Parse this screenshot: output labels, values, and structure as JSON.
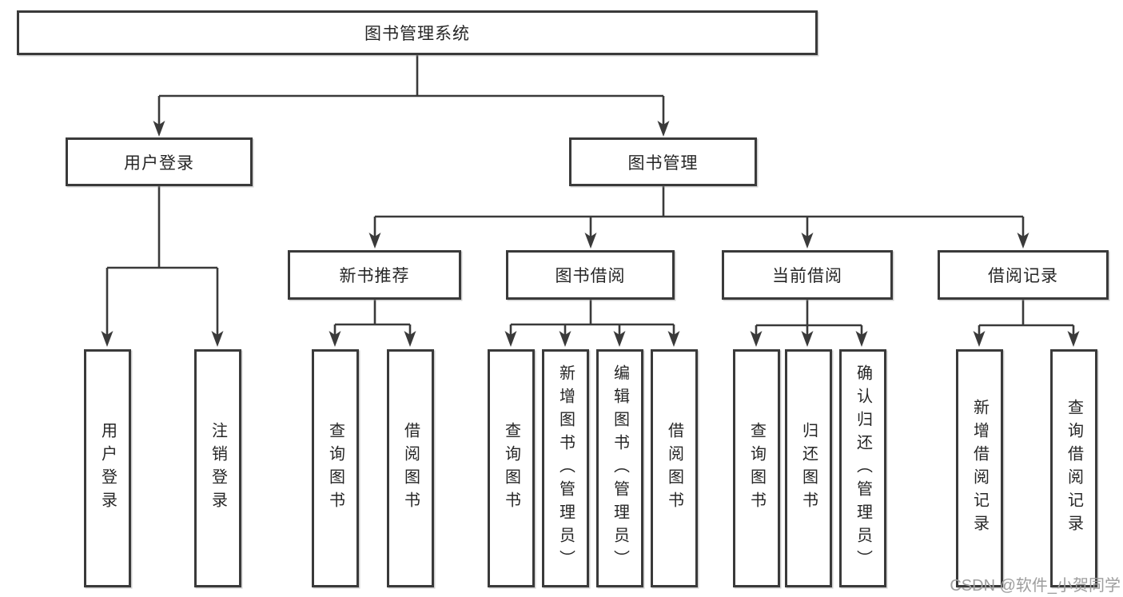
{
  "diagram": {
    "title": "图书管理系统",
    "level1": {
      "login": "用户登录",
      "manage": "图书管理"
    },
    "level2": {
      "newbook": "新书推荐",
      "borrow": "图书借阅",
      "current": "当前借阅",
      "records": "借阅记录"
    },
    "leaves": {
      "login": [
        "用户登录",
        "注销登录"
      ],
      "newbook": [
        "查询图书",
        "借阅图书"
      ],
      "borrow": [
        "查询图书",
        "新增图书（管理员）",
        "编辑图书（管理员）",
        "借阅图书"
      ],
      "current": [
        "查询图书",
        "归还图书",
        "确认归还（管理员）"
      ],
      "records": [
        "新增借阅记录",
        "查询借阅记录"
      ]
    },
    "watermark": "CSDN @软件_小贺同学",
    "colors": {
      "line": "#3a3a3a",
      "border": "#3a3a3a",
      "text": "#262626",
      "watermark": "#9e9e9e",
      "background": "#ffffff"
    }
  }
}
